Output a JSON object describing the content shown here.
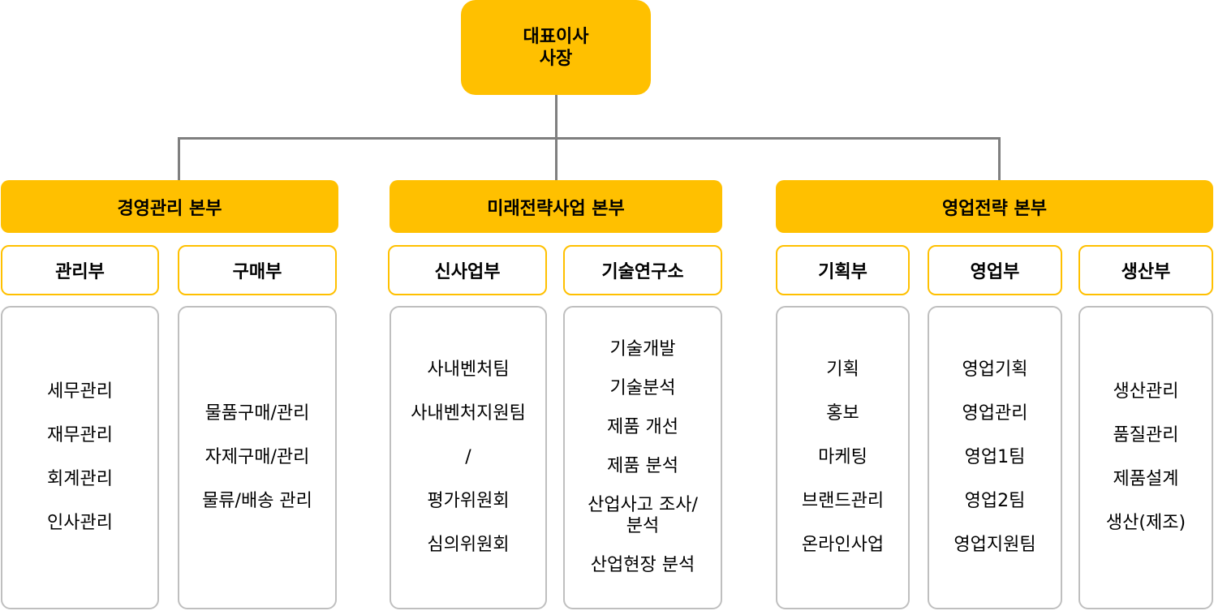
{
  "ceo": {
    "line1": "대표이사",
    "line2": "사장"
  },
  "divisions": [
    {
      "name": "경영관리 본부",
      "departments": [
        {
          "name": "관리부",
          "tasks": [
            "세무관리",
            "재무관리",
            "회계관리",
            "인사관리"
          ]
        },
        {
          "name": "구매부",
          "tasks": [
            "물품구매/관리",
            "자제구매/관리",
            "물류/배송 관리"
          ]
        }
      ]
    },
    {
      "name": "미래전략사업 본부",
      "departments": [
        {
          "name": "신사업부",
          "tasks": [
            "사내벤처팀",
            "사내벤처지원팀",
            "/",
            "평가위원회",
            "심의위원회"
          ]
        },
        {
          "name": "기술연구소",
          "tasks": [
            "기술개발",
            "기술분석",
            "제품 개선",
            "제품 분석",
            "산업사고 조사/\n분석",
            "산업현장 분석"
          ]
        }
      ]
    },
    {
      "name": "영업전략 본부",
      "departments": [
        {
          "name": "기획부",
          "tasks": [
            "기획",
            "홍보",
            "마케팅",
            "브랜드관리",
            "온라인사업"
          ]
        },
        {
          "name": "영업부",
          "tasks": [
            "영업기획",
            "영업관리",
            "영업1팀",
            "영업2팀",
            "영업지원팀"
          ]
        },
        {
          "name": "생산부",
          "tasks": [
            "생산관리",
            "품질관리",
            "제품설계",
            "생산(제조)"
          ]
        }
      ]
    }
  ],
  "colors": {
    "accent": "#FFC000",
    "connector": "#7F7F7F",
    "task_border": "#BFBFBF"
  }
}
